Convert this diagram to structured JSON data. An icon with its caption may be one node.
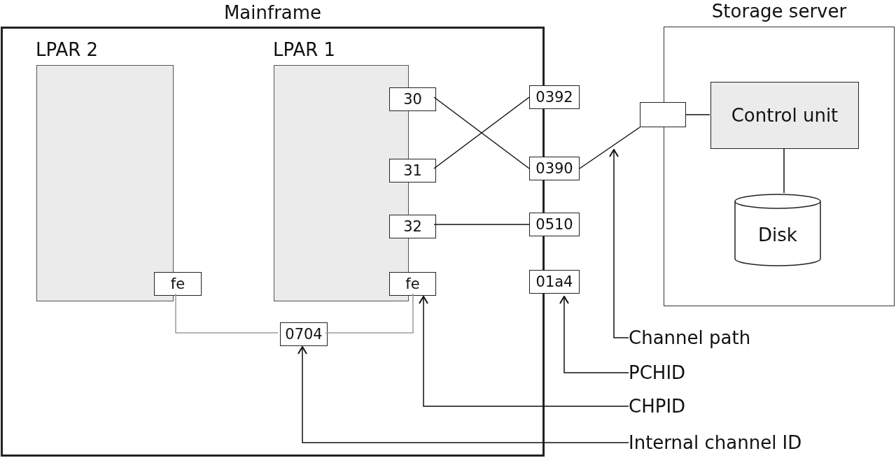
{
  "diagram": {
    "nodes": [
      {
        "text": [
          "Mainframe"
        ]
      },
      {
        "text": [
          "LPAR 2"
        ],
        "in": 0
      },
      {
        "text": [
          "fe"
        ],
        "in": 0
      },
      {
        "text": [
          "LPAR 1"
        ],
        "in": 0
      },
      {
        "text": [
          "30"
        ],
        "in": 0
      },
      {
        "text": [
          "31"
        ],
        "in": 0
      },
      {
        "text": [
          "32"
        ],
        "in": 0
      },
      {
        "text": [
          "fe"
        ],
        "in": 0
      },
      {
        "text": [
          "0392"
        ]
      },
      {
        "text": [
          "0390"
        ]
      },
      {
        "text": [
          "0510"
        ]
      },
      {
        "text": [
          "01a4"
        ]
      },
      {
        "text": [
          "0704"
        ],
        "in": 0
      },
      {
        "text": [
          "Storage server"
        ]
      },
      {
        "text": [],
        "shape": "box"
      },
      {
        "text": [
          "Control unit"
        ],
        "in": 13
      },
      {
        "text": [
          "Disk"
        ],
        "in": 13
      },
      {
        "text": [
          "Channel path"
        ]
      },
      {
        "text": [
          "PCHID"
        ]
      },
      {
        "text": [
          "CHPID"
        ]
      },
      {
        "text": [
          "Internal channel ID"
        ]
      }
    ],
    "edges": [
      {
        "from": 4,
        "to": 9,
        "arrow": "none"
      },
      {
        "from": 5,
        "to": 8,
        "arrow": "none"
      },
      {
        "from": 6,
        "to": 10,
        "arrow": "none"
      },
      {
        "from": 9,
        "to": 14,
        "arrow": "none"
      },
      {
        "from": 14,
        "to": 15,
        "arrow": "none"
      },
      {
        "from": 15,
        "to": 16,
        "arrow": "none"
      },
      {
        "from": 2,
        "to": 12,
        "arrow": "none",
        "color": "#9a9a9a"
      },
      {
        "from": 12,
        "to": 7,
        "arrow": "none",
        "color": "#9a9a9a"
      },
      {
        "from": 17,
        "to": null,
        "arrow": "to"
      },
      {
        "from": 18,
        "to": 11,
        "arrow": "to"
      },
      {
        "from": 19,
        "to": 7,
        "arrow": "to"
      },
      {
        "from": 20,
        "to": 12,
        "arrow": "to"
      }
    ]
  }
}
